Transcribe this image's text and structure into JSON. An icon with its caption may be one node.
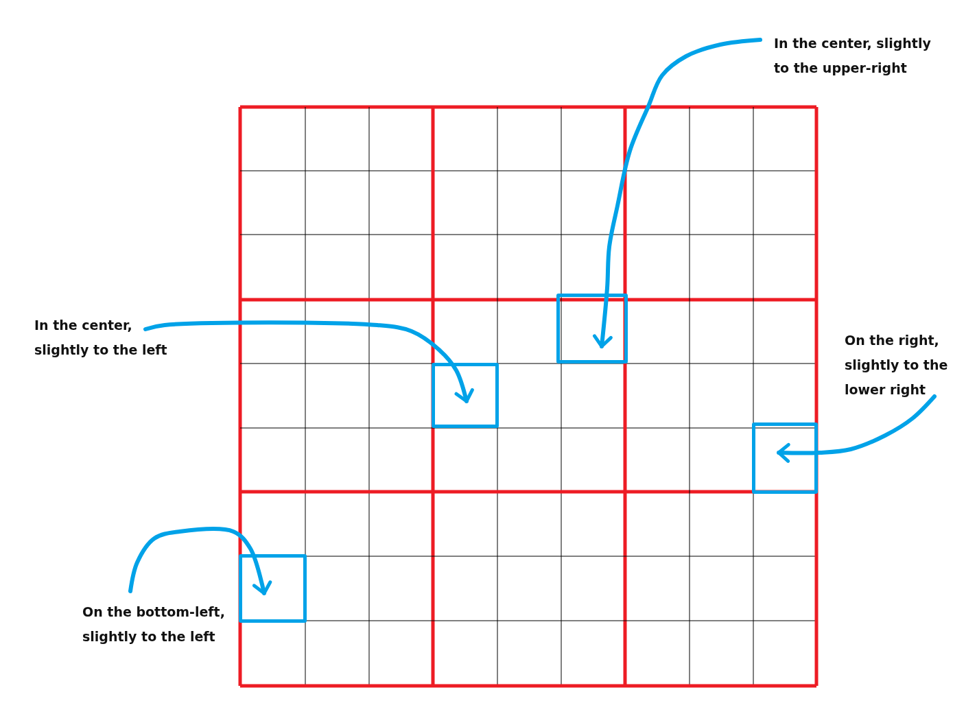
{
  "diagram": {
    "nodes": [
      {
        "text": [
          "In the center, slightly to the upper-right"
        ]
      },
      {
        "text": [
          "In the center, slightly to the left"
        ]
      },
      {
        "text": [],
        "shape": "box"
      },
      {
        "text": [],
        "shape": "box"
      },
      {
        "text": [
          "On the right, slightly to the lower right"
        ]
      },
      {
        "text": [],
        "shape": "box"
      },
      {
        "text": [
          "On the bottom-left, slightly to the left"
        ]
      },
      {
        "text": [],
        "shape": "box"
      }
    ],
    "edges": [
      {
        "from": 0,
        "to": 2,
        "arrow": "to"
      },
      {
        "from": 1,
        "to": 3,
        "arrow": "to"
      },
      {
        "from": 4,
        "to": 5,
        "arrow": "to"
      },
      {
        "from": 6,
        "to": 7,
        "arrow": "to"
      }
    ]
  }
}
